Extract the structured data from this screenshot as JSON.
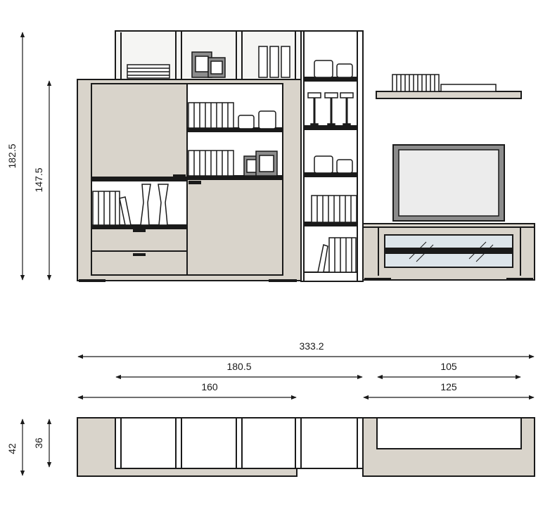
{
  "colors": {
    "line": "#1a1a1a",
    "panel": "#d9d4cb",
    "white": "#ffffff",
    "interior": "#f5f5f3",
    "tv_frame": "#8c8c8c",
    "tv_screen": "#ececec",
    "glass": "#dde5ea"
  },
  "dimensions": {
    "total_height": "182.5",
    "cabinet_height": "147.5",
    "total_width": "333.2",
    "upper_width": "180.5",
    "shelf_width": "105",
    "base_left_width": "160",
    "tv_unit_width": "125",
    "depth_base": "42",
    "depth_upper": "36"
  },
  "icons": [
    "arrow-head-icon",
    "book-icon",
    "vase-icon",
    "picture-frame-icon",
    "cup-icon",
    "glass-icon",
    "tv-icon"
  ]
}
